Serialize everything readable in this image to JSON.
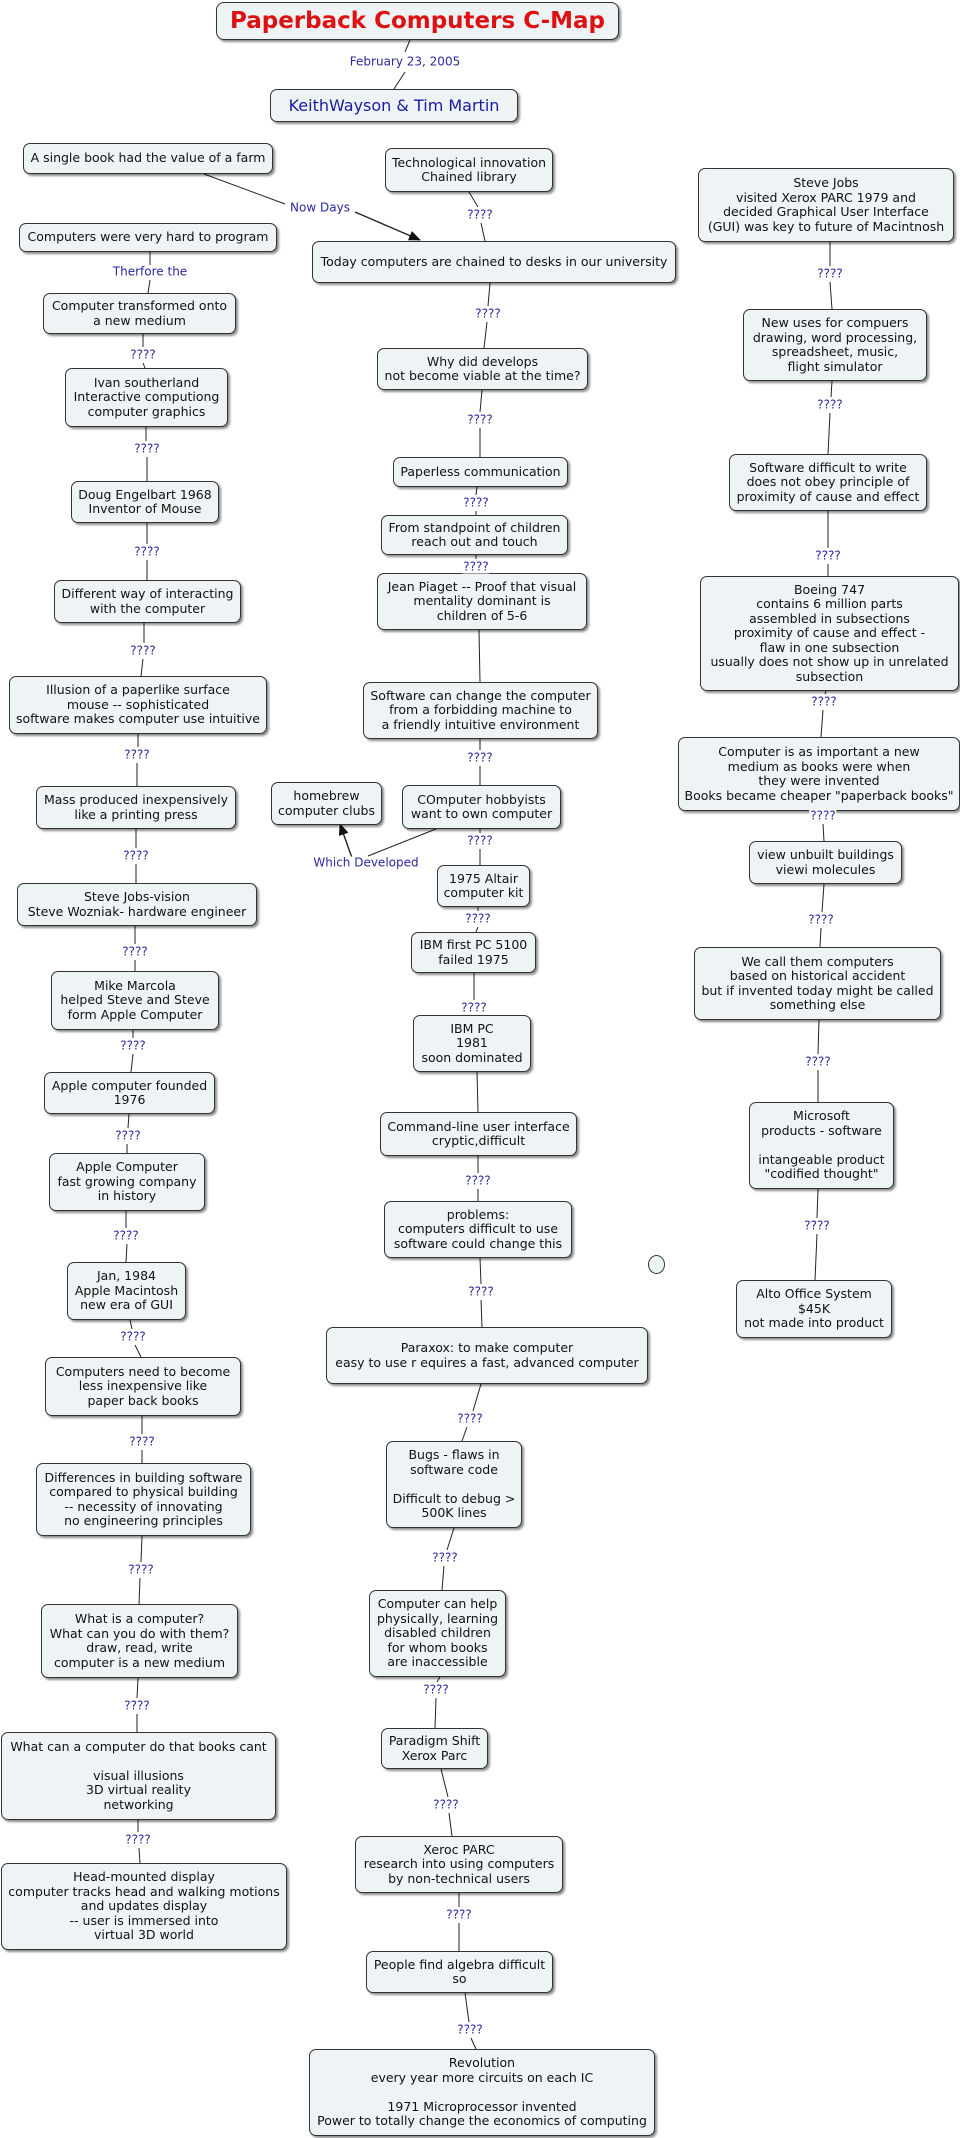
{
  "map": {
    "title": "Paperback Computers C-Map",
    "date": "February 23, 2005",
    "authors": "KeithWayson & Tim Martin"
  },
  "links": {
    "unknown": "????",
    "now_days": "Now Days",
    "therefore": "Therfore the",
    "which_developed": "Which Developed"
  },
  "left_column": [
    "A single book had the value of a farm",
    "Computers were very hard to program",
    "Computer transformed onto\na new medium",
    "Ivan southerland\nInteractive computiong\ncomputer graphics",
    "Doug Engelbart 1968\nInventor of Mouse",
    "Different way of interacting\nwith the computer",
    "Illusion of a paperlike surface\nmouse -- sophisticated\nsoftware makes computer use intuitive",
    "Mass produced inexpensively\nlike a printing press",
    "Steve Jobs-vision\nSteve Wozniak- hardware engineer",
    "Mike Marcola\nhelped Steve and Steve\nform Apple Computer",
    "Apple computer founded\n1976",
    "Apple Computer\nfast growing company\nin history",
    "Jan, 1984\nApple Macintosh\nnew era of GUI",
    "Computers need to become\nless inexpensive like\npaper back books",
    "Differences in building software\ncompared to physical building\n-- necessity of innovating\nno engineering principles",
    "What is a computer?\nWhat can you do with them?\ndraw, read, write\ncomputer is a new medium",
    "What can a computer do that books cant\n\nvisual illusions\n3D virtual reality\nnetworking",
    "Head-mounted display\ncomputer tracks head  and walking motions\nand updates display\n-- user is immersed into\nvirtual 3D world"
  ],
  "middle_column": [
    "Technological innovation\nChained library",
    "Today computers are chained to desks in our university",
    "Why did develops\nnot become viable at the time?",
    "Paperless communication",
    "From standpoint of children\nreach out and touch",
    "Jean Piaget -- Proof that visual\nmentality dominant is\nchildren of 5-6",
    "Software can change the computer\nfrom a forbidding machine to\na friendly intuitive environment",
    "homebrew\ncomputer clubs",
    "COmputer hobbyists\nwant to own computer",
    "1975 Altair\ncomputer kit",
    "IBM first PC 5100\nfailed 1975",
    "IBM PC\n1981\nsoon dominated",
    "Command-line user interface\ncryptic,difficult",
    "problems:\ncomputers difficult to use\nsoftware could change this",
    "Paraxox: to make computer\neasy to use r equires a fast, advanced computer",
    "Bugs - flaws in\nsoftware code\n\nDifficult to debug >\n500K lines",
    "Computer can help\nphysically, learning\ndisabled children\nfor whom books\nare inaccessible",
    "Paradigm Shift\nXerox Parc",
    "Xeroc PARC\nresearch into using computers\nby non-technical users",
    "People find algebra difficult\nso",
    "Revolution\nevery year more circuits on each IC\n\n1971 Microprocessor invented\nPower to totally change the economics of computing"
  ],
  "right_column": [
    "Steve Jobs\nvisited Xerox PARC 1979 and\ndecided Graphical User Interface\n(GUI) was key to future of Macintnosh",
    "New uses for compuers\ndrawing, word processing,\nspreadsheet, music,\nflight simulator",
    "Software difficult to write\ndoes not obey principle of\nproximity of cause and effect",
    "Boeing 747\ncontains 6 million parts\nassembled in subsections\nproximity of cause and effect -\nflaw in one subsection\nusually does not show up in unrelated\nsubsection",
    "Computer is as important a new\nmedium as books were when\nthey were invented\nBooks became cheaper \"paperback books\"",
    "view unbuilt buildings\nviewi molecules",
    "We call them computers\nbased on historical accident\nbut if invented today might be called\nsomething else",
    "Microsoft\nproducts - software\n\nintangeable product\n\"codified thought\"",
    "Alto Office System\n$45K\nnot made into product"
  ],
  "colors": {
    "node_fill": "#eef3f5",
    "node_border": "#333333",
    "title_text": "#dd1111",
    "link_text": "#2a2aa0",
    "line": "#222222"
  }
}
